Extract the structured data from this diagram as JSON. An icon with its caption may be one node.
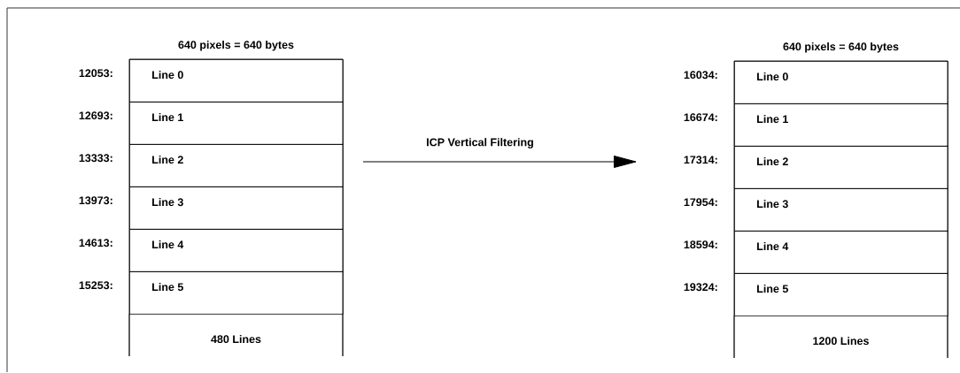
{
  "diagram": {
    "nodes": [
      {
        "text": [
          "640 pixels = 640 bytes"
        ]
      },
      {
        "text": [
          "Line 0"
        ],
        "in": 0,
        "beside": [
          "12053:"
        ]
      },
      {
        "text": [
          "Line 1"
        ],
        "in": 0,
        "beside": [
          "12693:"
        ]
      },
      {
        "text": [
          "Line 2"
        ],
        "in": 0,
        "beside": [
          "13333:"
        ]
      },
      {
        "text": [
          "Line 3"
        ],
        "in": 0,
        "beside": [
          "13973:"
        ]
      },
      {
        "text": [
          "Line 4"
        ],
        "in": 0,
        "beside": [
          "14613:"
        ]
      },
      {
        "text": [
          "Line 5"
        ],
        "in": 0,
        "beside": [
          "15253:"
        ]
      },
      {
        "text": [
          "480 Lines"
        ],
        "in": 0
      },
      {
        "text": [
          "640 pixels = 640 bytes"
        ]
      },
      {
        "text": [
          "Line 0"
        ],
        "in": 8,
        "beside": [
          "16034:"
        ]
      },
      {
        "text": [
          "Line 1"
        ],
        "in": 8,
        "beside": [
          "16674:"
        ]
      },
      {
        "text": [
          "Line 2"
        ],
        "in": 8,
        "beside": [
          "17314:"
        ]
      },
      {
        "text": [
          "Line 3"
        ],
        "in": 8,
        "beside": [
          "17954:"
        ]
      },
      {
        "text": [
          "Line 4"
        ],
        "in": 8,
        "beside": [
          "18594:"
        ]
      },
      {
        "text": [
          "Line 5"
        ],
        "in": 8,
        "beside": [
          "19324:"
        ]
      },
      {
        "text": [
          "1200 Lines"
        ],
        "in": 8
      }
    ],
    "labels": [
      "ICP Vertical Filtering"
    ]
  }
}
